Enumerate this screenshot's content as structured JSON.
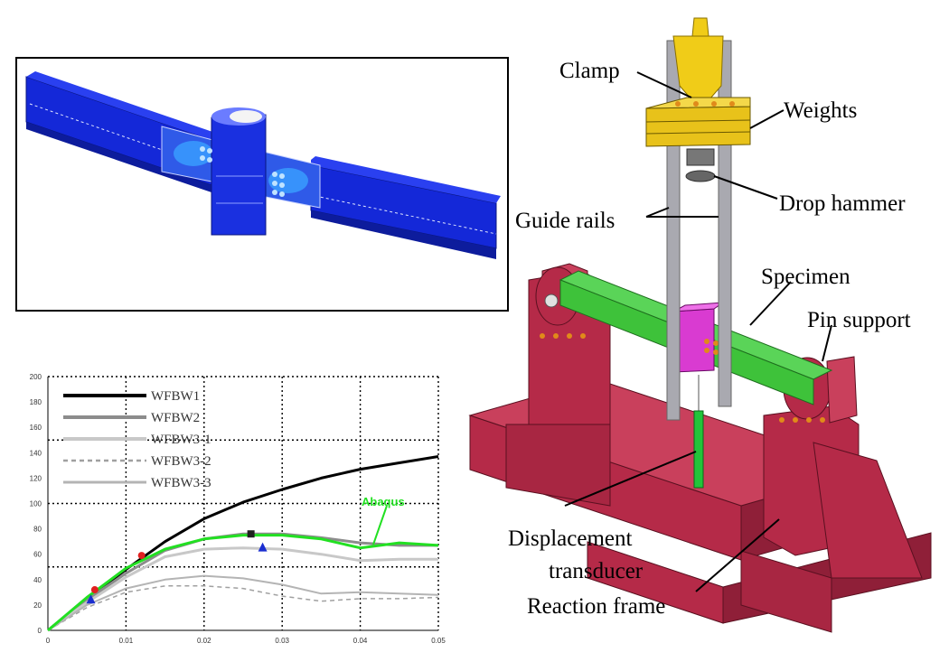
{
  "labels": {
    "clamp": "Clamp",
    "weights": "Weights",
    "drop_hammer": "Drop hammer",
    "guide_rails": "Guide rails",
    "specimen": "Specimen",
    "pin_support": "Pin support",
    "displacement_line1": "Displacement",
    "displacement_line2": "transducer",
    "reaction_frame": "Reaction frame"
  },
  "colors": {
    "fea_blue": "#1428d8",
    "frame": "#b52a48",
    "specimen": "#3ec23a",
    "joint": "#d93bd1",
    "weights": "#e8c21a",
    "rails": "#a9a9b0"
  },
  "chart_data": {
    "type": "line",
    "xlim": [
      0,
      0.05
    ],
    "ylim": [
      0,
      200
    ],
    "x_ticks": [
      "0",
      "0.01",
      "0.02",
      "0.03",
      "0.04",
      "0.05"
    ],
    "y_ticks": [
      "0",
      "20",
      "40",
      "60",
      "80",
      "100",
      "120",
      "140",
      "160",
      "180",
      "200"
    ],
    "annotation": "Abaqus",
    "series": [
      {
        "name": "WFBW1",
        "color": "#000000",
        "width": 3,
        "dash": "",
        "x": [
          0,
          0.005,
          0.01,
          0.015,
          0.02,
          0.025,
          0.03,
          0.035,
          0.04,
          0.045,
          0.05
        ],
        "y": [
          0,
          25,
          48,
          70,
          88,
          101,
          111,
          120,
          127,
          132,
          137
        ]
      },
      {
        "name": "WFBW2",
        "color": "#8c8c8c",
        "width": 3,
        "dash": "",
        "x": [
          0,
          0.005,
          0.01,
          0.015,
          0.02,
          0.025,
          0.03,
          0.035,
          0.04,
          0.045,
          0.05
        ],
        "y": [
          0,
          24,
          45,
          63,
          72,
          76,
          76,
          73,
          69,
          67,
          67
        ]
      },
      {
        "name": "WFBW3-1",
        "color": "#c8c8c8",
        "width": 3,
        "dash": "",
        "x": [
          0,
          0.005,
          0.01,
          0.015,
          0.02,
          0.025,
          0.03,
          0.035,
          0.04,
          0.045,
          0.05
        ],
        "y": [
          0,
          22,
          42,
          58,
          64,
          65,
          64,
          60,
          55,
          56,
          56
        ]
      },
      {
        "name": "WFBW3-2",
        "color": "#a0a0a0",
        "width": 1.5,
        "dash": "5,4",
        "x": [
          0,
          0.005,
          0.01,
          0.015,
          0.02,
          0.025,
          0.03,
          0.035,
          0.04,
          0.045,
          0.05
        ],
        "y": [
          0,
          18,
          30,
          35,
          35,
          33,
          27,
          23,
          25,
          25,
          26
        ]
      },
      {
        "name": "WFBW3-3",
        "color": "#b4b4b4",
        "width": 2,
        "dash": "",
        "x": [
          0,
          0.005,
          0.01,
          0.015,
          0.02,
          0.025,
          0.03,
          0.035,
          0.04,
          0.045,
          0.05
        ],
        "y": [
          0,
          20,
          33,
          40,
          43,
          41,
          36,
          29,
          30,
          29,
          28
        ]
      },
      {
        "name": "",
        "color": "#22e022",
        "width": 3,
        "dash": "",
        "x": [
          0,
          0.005,
          0.01,
          0.015,
          0.02,
          0.025,
          0.03,
          0.035,
          0.04,
          0.045,
          0.05
        ],
        "y": [
          0,
          26,
          49,
          64,
          72,
          75,
          75,
          72,
          65,
          69,
          67
        ]
      }
    ],
    "markers": [
      {
        "shape": "circle",
        "color": "#e02020",
        "x": 0.006,
        "y": 32
      },
      {
        "shape": "circle",
        "color": "#e02020",
        "x": 0.012,
        "y": 59
      },
      {
        "shape": "square",
        "color": "#202020",
        "x": 0.026,
        "y": 76
      },
      {
        "shape": "triangle",
        "color": "#1a2ed0",
        "x": 0.0055,
        "y": 24
      },
      {
        "shape": "triangle",
        "color": "#1a2ed0",
        "x": 0.0275,
        "y": 65
      }
    ]
  }
}
